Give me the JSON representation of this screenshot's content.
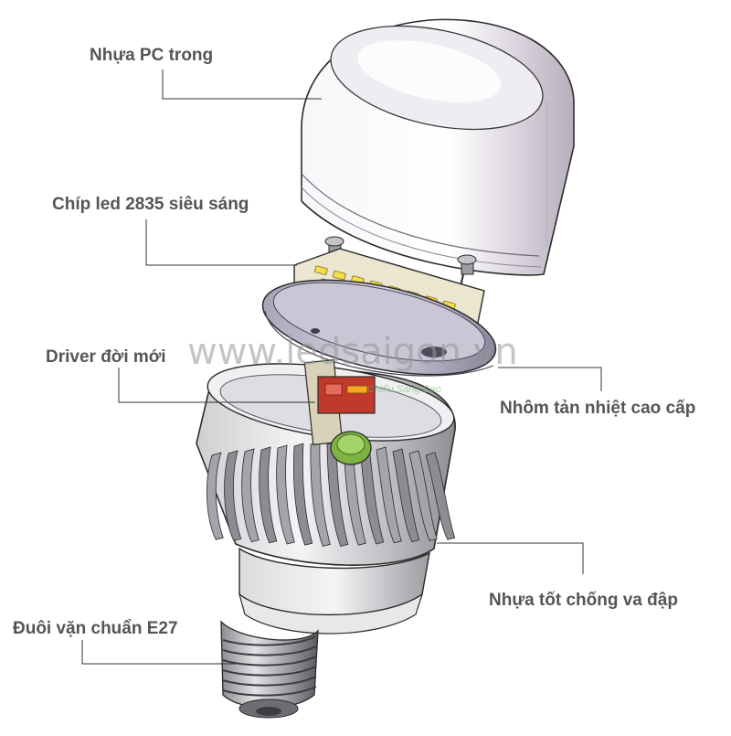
{
  "labels": {
    "pc_cover": "Nhựa PC trong",
    "led_chip": "Chíp led 2835 siêu sáng",
    "driver": "Driver đời mới",
    "heatsink": "Nhôm tản nhiệt cao cấp",
    "plastic_body": "Nhựa tốt chống va đập",
    "base": "Đuôi vặn chuẩn E27"
  },
  "watermark": {
    "text": "www.ledsaigon.vn",
    "subtitle": "Chiếu Sáng Cao"
  },
  "colors": {
    "label_text": "#555555",
    "leader_line": "#333333",
    "pcb": "#e8e0c8",
    "led": "#f4e04a",
    "driver_board": "#c0392b",
    "capacitor": "#7cb342"
  }
}
